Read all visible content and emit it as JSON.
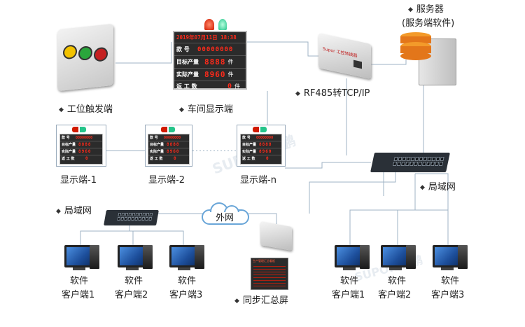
{
  "labels": {
    "workstation_trigger": "工位触发端",
    "workshop_display": "车间显示端",
    "converter": "RF485转TCP/IP",
    "server_title": "服务器",
    "server_sub": "(服务端软件)",
    "display_1": "显示端-1",
    "display_2": "显示端-2",
    "display_n": "显示端-n",
    "lan_right": "局域网",
    "lan_left": "局域网",
    "wan": "外网",
    "sync_screen": "同步汇总屏",
    "client_top": "软件",
    "clients_left": [
      "客户端1",
      "客户端2",
      "客户端3"
    ],
    "clients_right": [
      "客户端1",
      "客户端2",
      "客户端3"
    ],
    "ellipsis": "......"
  },
  "big_board": {
    "row1": {
      "date": "2019年07月11日 18:38"
    },
    "row2": {
      "key": "款 号",
      "value": "00000000"
    },
    "row3": {
      "key": "目标产量",
      "value": "8888",
      "unit": "件"
    },
    "row4": {
      "key": "实际产量",
      "value": "8960",
      "unit": "件"
    },
    "row5": {
      "key": "返 工 数",
      "value": "0",
      "unit": "件"
    }
  },
  "mini_board": {
    "row2": {
      "key": "款 号",
      "value": "00000000"
    },
    "row3": {
      "key": "目标产量",
      "value": "8888"
    },
    "row4": {
      "key": "实际产量",
      "value": "8960"
    },
    "row5": {
      "key": "返 工 数",
      "value": "0"
    }
  },
  "converter_front_text": "Supor 工控转换器",
  "sync_board_title": "生产管理汇总看板",
  "watermark": "SUPOR 讯鹏",
  "colors": {
    "led": "#ff2a1a",
    "line": "#9fb3c4",
    "board_bg": "#2b2b2b"
  }
}
